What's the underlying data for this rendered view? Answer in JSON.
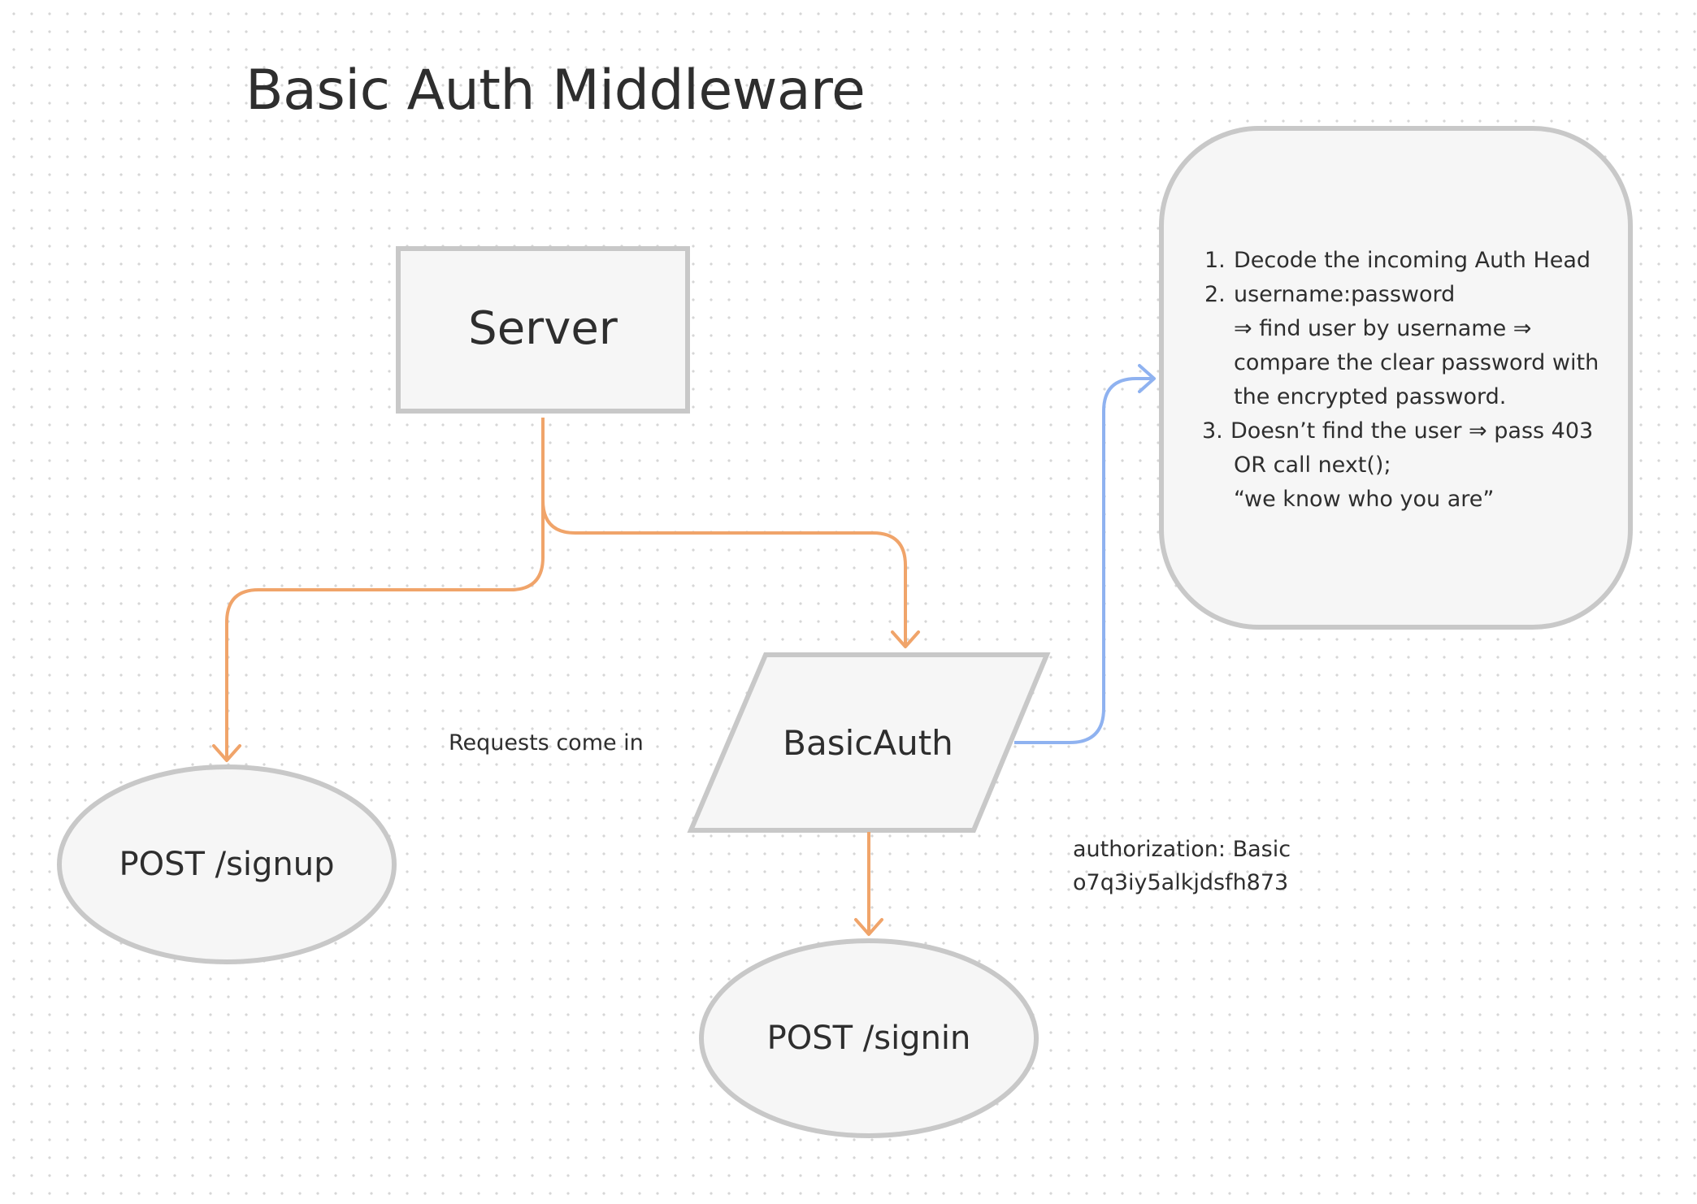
{
  "title": "Basic Auth Middleware",
  "nodes": {
    "server": "Server",
    "basic_auth": "BasicAuth",
    "signup": "POST /signup",
    "signin": "POST /signin"
  },
  "labels": {
    "requests": "Requests come in",
    "auth_header_line1": "authorization: Basic",
    "auth_header_line2": "o7q3iy5alkjdsfh873"
  },
  "note": {
    "steps": [
      {
        "num": "1.",
        "lines": [
          "Decode the incoming Auth Head"
        ]
      },
      {
        "num": "2.",
        "lines": [
          "username:password",
          "⇒ find user by username ⇒",
          "compare the clear password with",
          "the encrypted password."
        ]
      },
      {
        "num": "3.",
        "lines": [
          "Doesn’t find the user ⇒ pass 403",
          "OR call next();",
          "“we know who you are”"
        ]
      }
    ]
  },
  "colors": {
    "orange_arrow": "#f0a46a",
    "blue_arrow": "#8fb2f0",
    "shape_fill": "#f6f6f6",
    "shape_stroke": "#c8c8c8"
  }
}
